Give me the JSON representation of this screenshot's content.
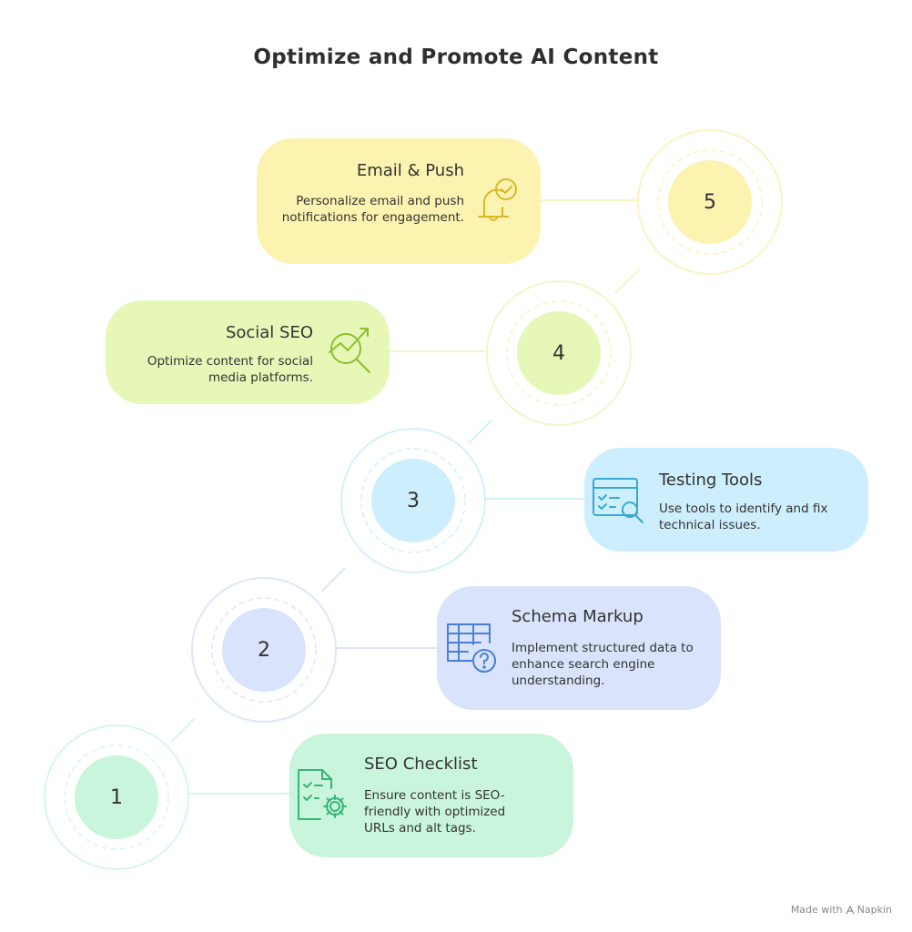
{
  "title": "Optimize and Promote AI Content",
  "steps": [
    {
      "number": "1",
      "title": "SEO Checklist",
      "description": "Ensure content is SEO-friendly with optimized URLs and alt tags.",
      "icon": "checklist-gear-icon",
      "color": "#c9f5dc",
      "ring": "#d8f7e6"
    },
    {
      "number": "2",
      "title": "Schema Markup",
      "description": "Implement structured data to enhance search engine understanding.",
      "icon": "table-question-icon",
      "color": "#d9e3fb",
      "ring": "#dde6fb"
    },
    {
      "number": "3",
      "title": "Testing Tools",
      "description": "Use tools to identify and fix technical issues.",
      "icon": "browser-search-icon",
      "color": "#cdeefc",
      "ring": "#d4f0fc"
    },
    {
      "number": "4",
      "title": "Social SEO",
      "description": "Optimize content for social media platforms.",
      "icon": "trend-search-icon",
      "color": "#e6f7b8",
      "ring": "#ecf8c9"
    },
    {
      "number": "5",
      "title": "Email & Push",
      "description": "Personalize email and push notifications for engagement.",
      "icon": "bell-check-icon",
      "color": "#fdf3b0",
      "ring": "#fbf3c1"
    }
  ],
  "footer": {
    "made_with": "Made with",
    "brand": "Napkin"
  }
}
